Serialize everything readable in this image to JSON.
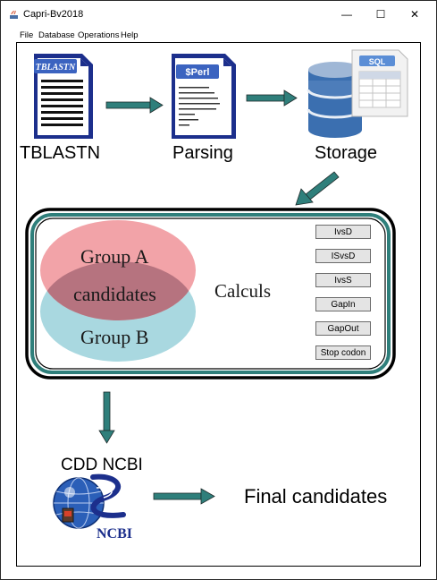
{
  "window": {
    "title": "Capri-Bv2018",
    "minimize_glyph": "—",
    "maximize_glyph": "☐",
    "close_glyph": "✕"
  },
  "menu": [
    "File",
    "Database",
    "Operations",
    "Help"
  ],
  "pipeline": {
    "tblastn": {
      "label": "TBLASTN",
      "doc_title": "TBLASTN"
    },
    "parsing": {
      "label": "Parsing",
      "doc_title": "$Perl"
    },
    "storage": {
      "label": "Storage",
      "doc_title": "SQL"
    }
  },
  "venn": {
    "group_a": "Group A",
    "group_b": "Group B",
    "intersection": "candidates"
  },
  "calculs_label": "Calculs",
  "calc_buttons": [
    "IvsD",
    "ISvsD",
    "IvsS",
    "GapIn",
    "GapOut",
    "Stop codon"
  ],
  "cdd": {
    "label": "CDD NCBI",
    "logo_text": "NCBI"
  },
  "final_label": "Final candidates",
  "colors": {
    "arrow": "#2f7f7b",
    "doc_blue": "#1c2f8c",
    "group_a_fill": "#f2a3a8",
    "group_b_fill": "#a9d8e0",
    "overlap_fill": "#b6737f"
  }
}
